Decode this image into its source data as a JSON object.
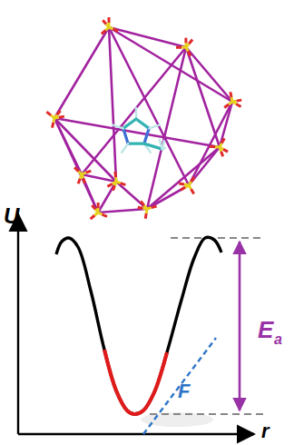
{
  "diagram": {
    "labels": [
      "U",
      "r",
      "F",
      "E",
      "a"
    ]
  }
}
